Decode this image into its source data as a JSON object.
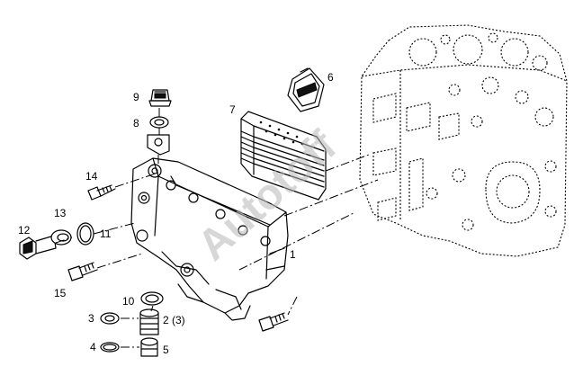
{
  "watermark": "Autotoff",
  "callouts": {
    "c1": "1",
    "c2": "2 (3)",
    "c3": "3",
    "c4": "4",
    "c5": "5",
    "c6": "6",
    "c7": "7",
    "c8": "8",
    "c9": "9",
    "c10": "10",
    "c11": "11",
    "c12": "12",
    "c13": "13",
    "c14": "14",
    "c15": "15"
  }
}
